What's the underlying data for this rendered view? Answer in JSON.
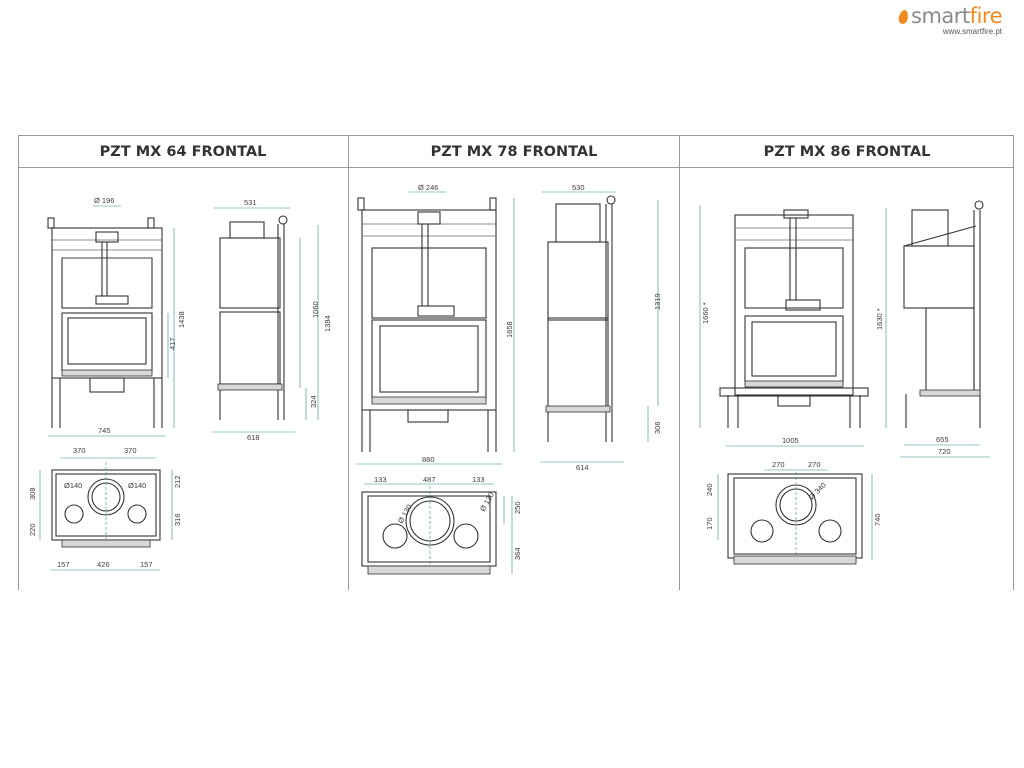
{
  "brand": {
    "name_gray": "smart",
    "name_accent": "fire",
    "url": "www.smartfire.pt",
    "accent_color": "#f18a21"
  },
  "models": [
    {
      "title": "PZT MX 64 FRONTAL",
      "front": {
        "top": "Ø 196",
        "width": "745",
        "height": "1438",
        "glass": "417"
      },
      "side": {
        "top": "531",
        "depth": "618",
        "h1": "1060",
        "h2": "1384",
        "low": "324"
      },
      "plan": {
        "left": "370",
        "right": "370",
        "duct": "Ø140",
        "duct2": "Ø140",
        "l1": "308",
        "l2": "220",
        "r1": "212",
        "r2": "316",
        "b1": "157",
        "b2": "426",
        "b3": "157"
      }
    },
    {
      "title": "PZT MX 78 FRONTAL",
      "front": {
        "top": "Ø 246",
        "width": "880",
        "height": "1658"
      },
      "side": {
        "top": "530",
        "depth": "614",
        "h1": "1319",
        "low": "306"
      },
      "plan": {
        "t1": "133",
        "t2": "487",
        "t3": "133",
        "duct": "Ø 130",
        "duct2": "Ø 130",
        "r1": "250",
        "r2": "364"
      }
    },
    {
      "title": "PZT MX 86 FRONTAL",
      "front": {
        "width": "1005",
        "height": "1660 *"
      },
      "side": {
        "d1": "655",
        "d2": "720",
        "h1": "1630 *"
      },
      "plan": {
        "t1": "270",
        "t2": "270",
        "duct": "Ø 340",
        "l1": "240",
        "l2": "170",
        "r1": "740"
      }
    }
  ]
}
